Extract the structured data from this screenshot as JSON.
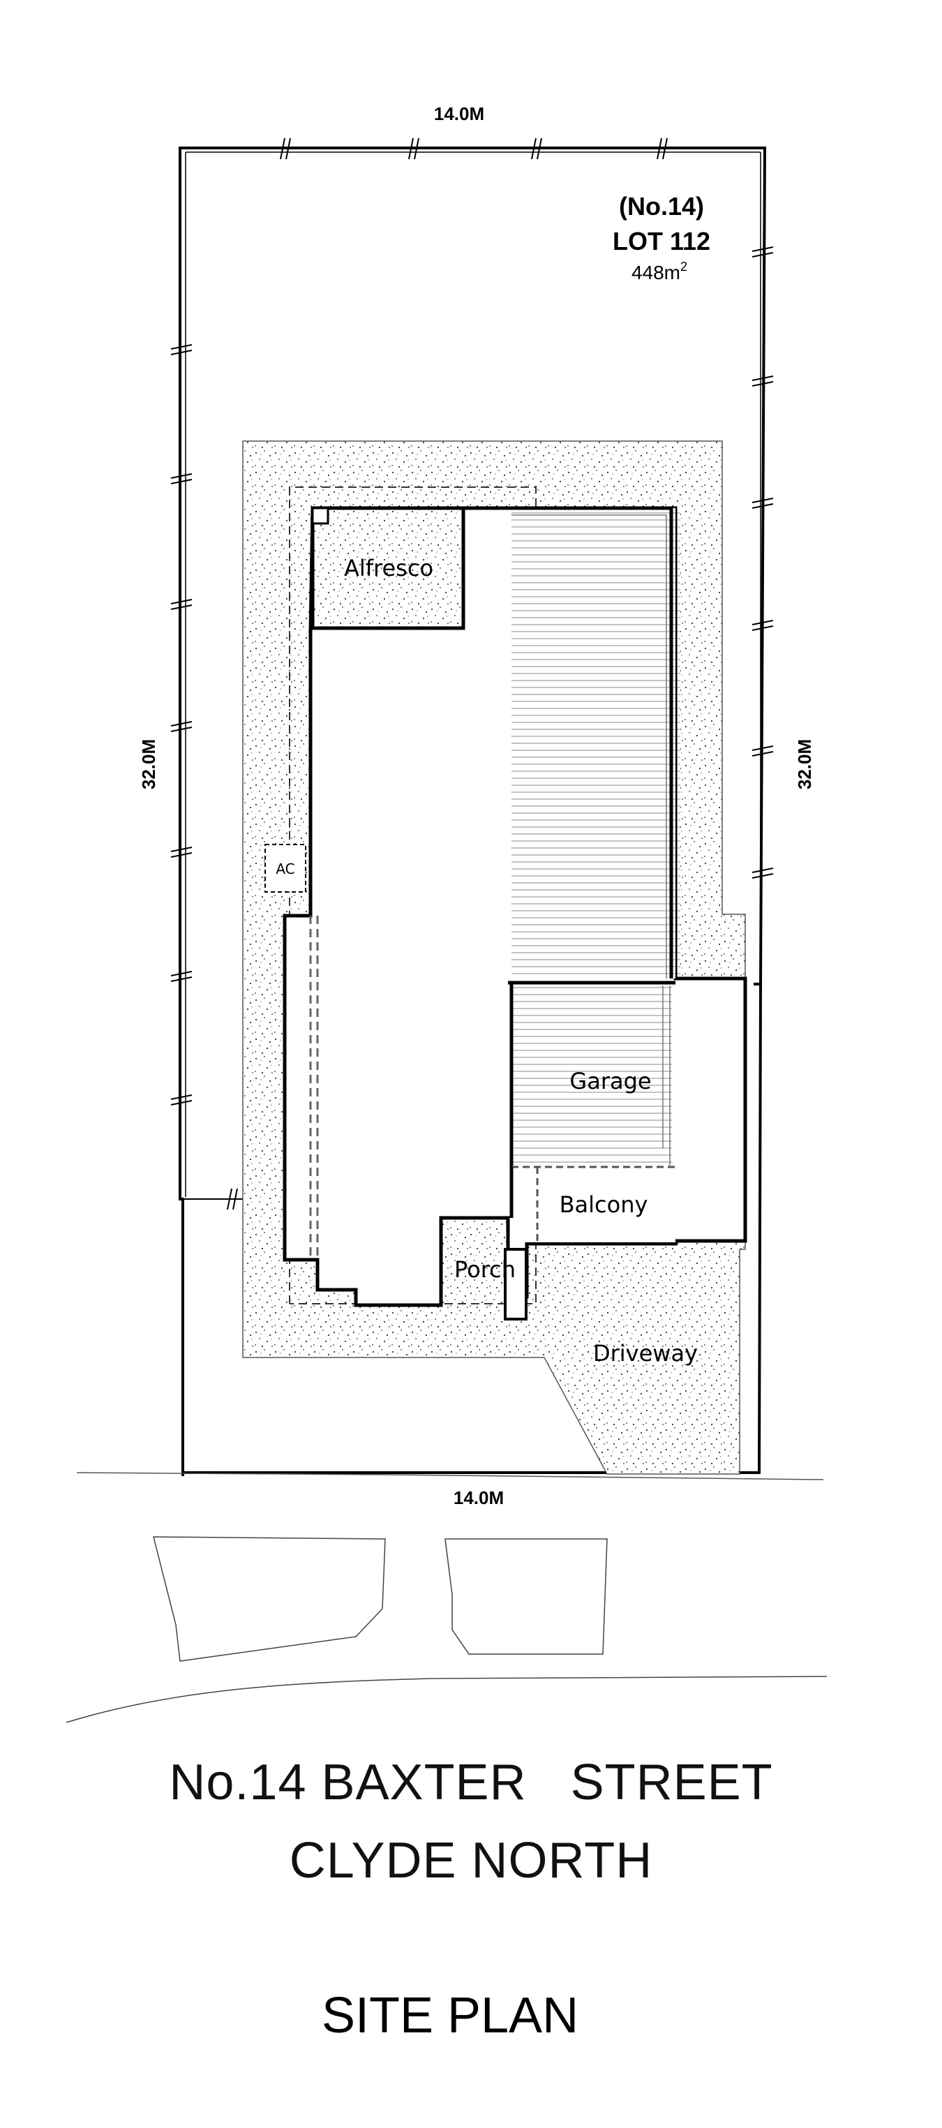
{
  "lot": {
    "number_label": "(No.14)",
    "lot_label": "LOT 112",
    "area_value": "448m",
    "area_unit_superscript": "2"
  },
  "dimensions": {
    "top": "14.0M",
    "bottom": "14.0M",
    "left": "32.0M",
    "right": "32.0M"
  },
  "rooms": {
    "alfresco": "Alfresco",
    "garage": "Garage",
    "balcony": "Balcony",
    "porch": "Porch",
    "driveway": "Driveway",
    "ac": "AC"
  },
  "address": {
    "street": "No.14 BAXTER   STREET",
    "suburb": "CLYDE NORTH"
  },
  "title": "SITE PLAN"
}
